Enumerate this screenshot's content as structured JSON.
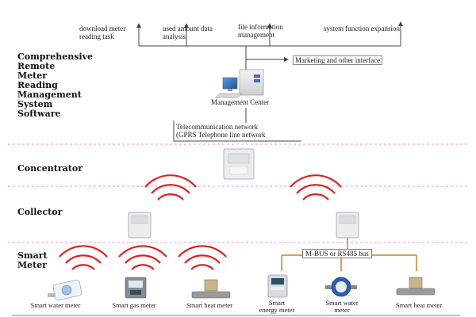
{
  "top_functions": [
    {
      "lines": [
        "download meter",
        "reading task"
      ]
    },
    {
      "lines": [
        "used amount data",
        "analysis"
      ]
    },
    {
      "lines": [
        "file information",
        "management"
      ]
    },
    {
      "lines": [
        "system function expansion"
      ]
    }
  ],
  "marketing_interface": "Marketing and other interface",
  "software_label": [
    "Comprehensive",
    "Remote",
    "Meter",
    "Reading",
    "Management",
    "System",
    "Software"
  ],
  "management_center": "Management Center",
  "network_label": [
    "Telecommunication network",
    "(GPRS Telephone line network"
  ],
  "concentrator_label": "Concentrator",
  "collector_label": "Collector",
  "smart_meter_label": [
    "Smart",
    "Meter"
  ],
  "bus_label": "M-BUS or RS485 bus",
  "devices": [
    {
      "lines": [
        "Smart water meter"
      ],
      "icon": "water-meter-icon"
    },
    {
      "lines": [
        "Smart gas meter"
      ],
      "icon": "gas-meter-icon"
    },
    {
      "lines": [
        "Smart heat meter"
      ],
      "icon": "heat-meter-icon"
    },
    {
      "lines": [
        "Smart",
        "energy meter"
      ],
      "icon": "energy-meter-icon"
    },
    {
      "lines": [
        "Smart water",
        "meter"
      ],
      "icon": "water-meter-icon"
    },
    {
      "lines": [
        "Smart heat meter"
      ],
      "icon": "heat-meter-icon"
    }
  ],
  "colors": {
    "divider": "#e89ad6",
    "wave": "#e02020",
    "bus_line": "#c8861a",
    "line": "#555555"
  }
}
